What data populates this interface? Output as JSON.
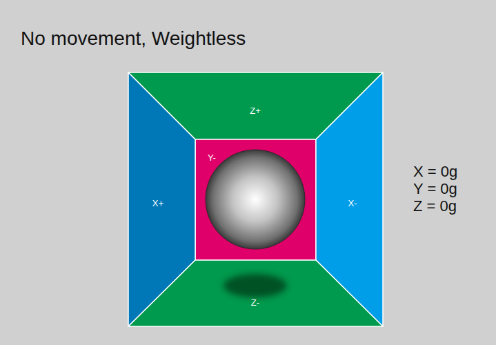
{
  "diagram": {
    "title": "No movement, Weightless",
    "nodes": [
      {
        "text": [
          "Z+"
        ]
      },
      {
        "text": [
          "Y-"
        ]
      },
      {
        "text": [
          "X+"
        ]
      },
      {
        "text": [
          "X-"
        ]
      },
      {
        "text": [
          "Z-"
        ]
      }
    ],
    "labels": [
      "X = 0g",
      "Y = 0g",
      "Z = 0g"
    ]
  }
}
